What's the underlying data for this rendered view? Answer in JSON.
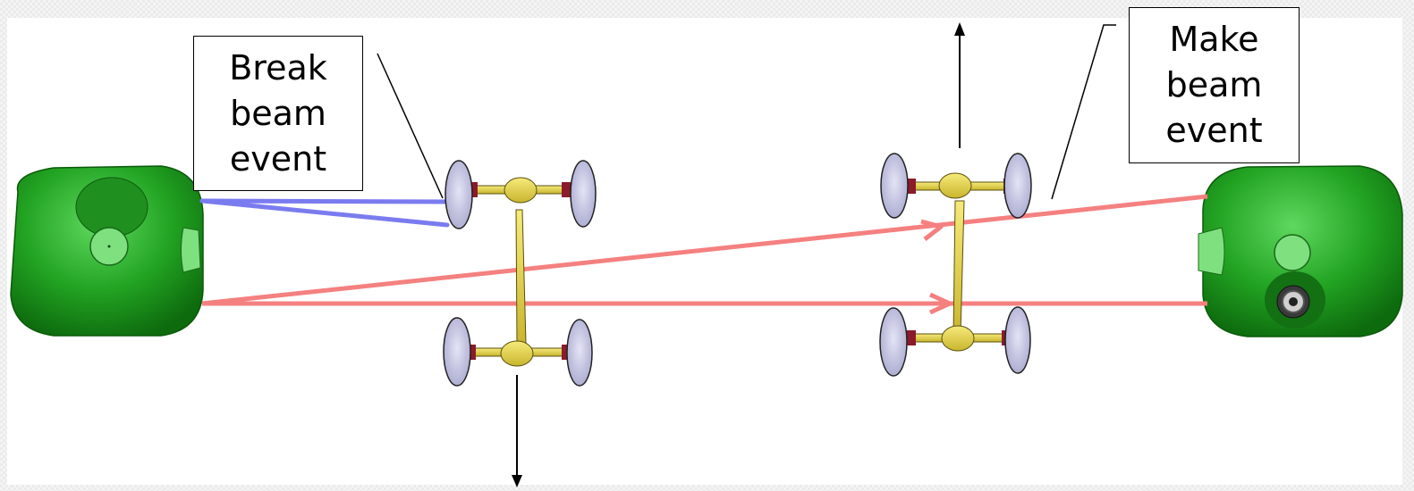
{
  "callouts": {
    "break": {
      "line1": "Break",
      "line2": "beam",
      "line3": "event"
    },
    "make": {
      "line1": "Make",
      "line2": "beam",
      "line3": "event"
    }
  },
  "colors": {
    "sensor_green": "#1d9a1d",
    "sensor_light": "#7fe07f",
    "broken_beam": "#7b7bf0",
    "intact_beam": "#f58080",
    "axle_yellow": "#e8d64a",
    "tire": "#c8c8e6",
    "hub": "#8b1a2a"
  },
  "icons": {
    "left_sensor": "sensor-emitter-icon",
    "right_sensor": "sensor-receiver-icon",
    "vehicle": "vehicle-chassis-icon"
  }
}
